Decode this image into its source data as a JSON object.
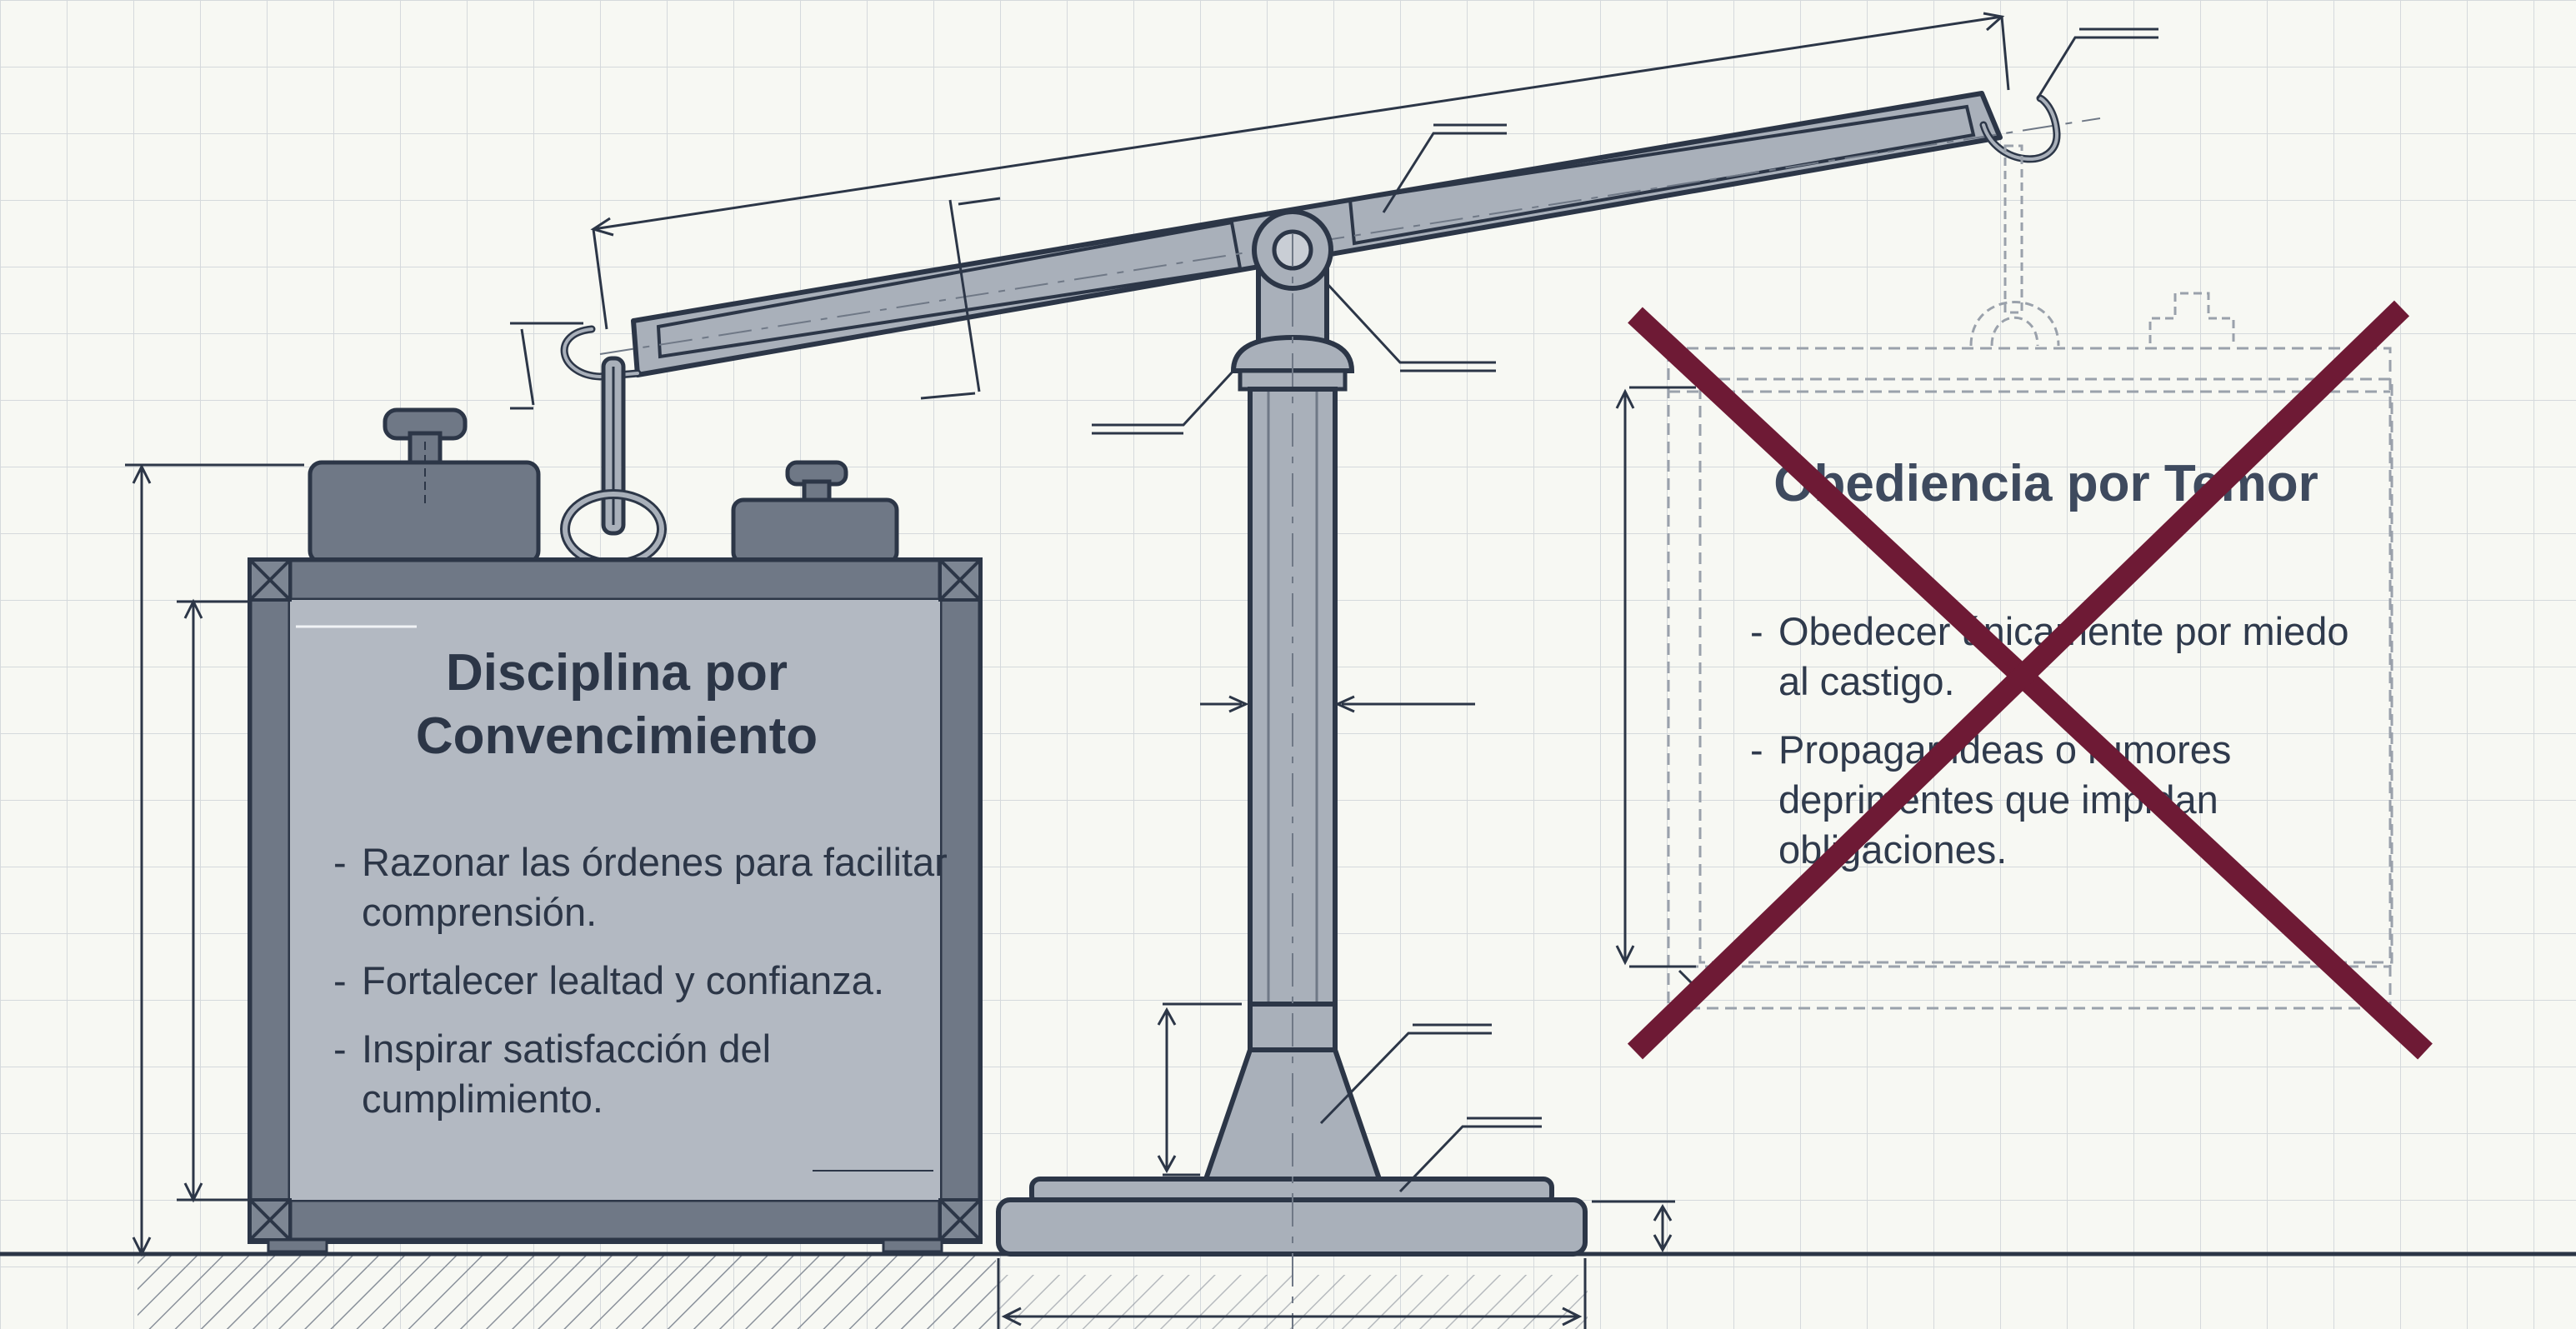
{
  "left_box": {
    "title_line1": "Disciplina por",
    "title_line2": "Convencimiento",
    "items": [
      "Razonar las órdenes para facilitar comprensión.",
      "Fortalecer lealtad y confianza.",
      "Inspirar satisfacción del cumplimiento."
    ]
  },
  "right_box": {
    "title": "Obediencia por Temor",
    "items": [
      "Obedecer únicamente por miedo al castigo.",
      "Propagar ideas o rumores deprimentes que impidan obligaciones."
    ],
    "rejected": true
  },
  "colors": {
    "background": "#f7f8f3",
    "grid": "#d5d9dc",
    "steel_fill": "#a9b0ba",
    "steel_dark": "#6f7886",
    "outline": "#2c3647",
    "cross": "#6e1a35"
  }
}
